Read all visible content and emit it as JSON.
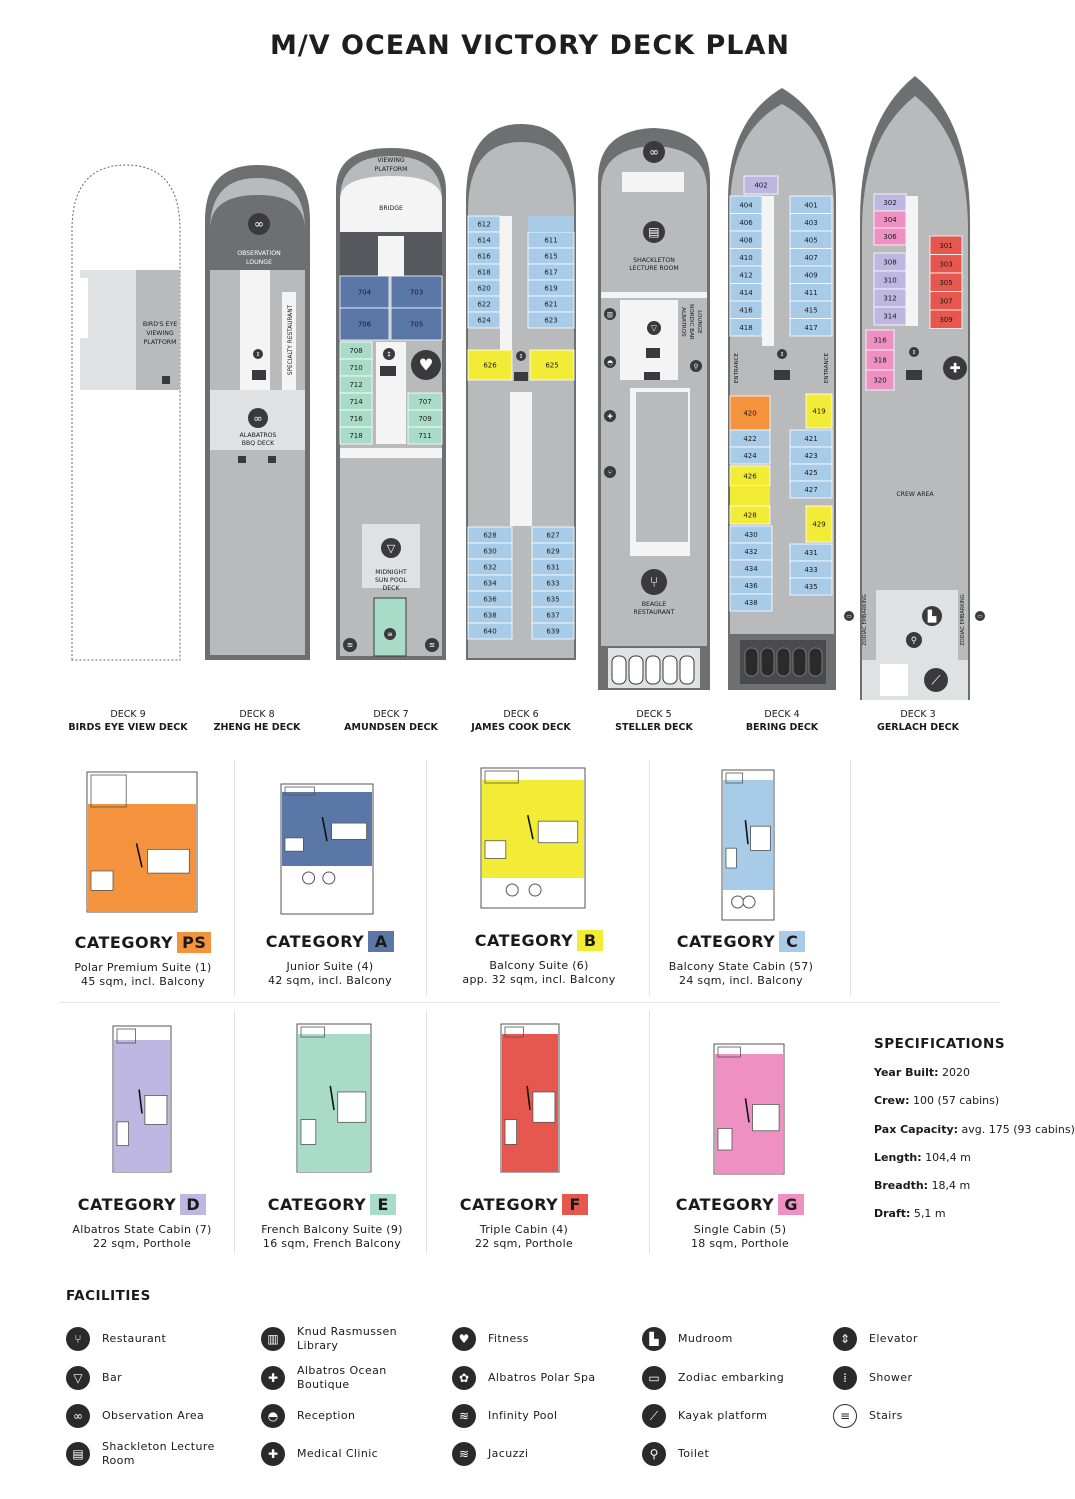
{
  "title": "M/V OCEAN VICTORY DECK PLAN",
  "colors": {
    "ps": "#f5923e",
    "a": "#5b77a8",
    "b": "#f2ec36",
    "c": "#a8cbe8",
    "d": "#bdb7e1",
    "e": "#a9dcc8",
    "f": "#e6584f",
    "g": "#ee91c2",
    "hull": "#6e6f71",
    "deck": "#b9babc",
    "light": "#e0e1e2",
    "dark": "#3a3a3c"
  },
  "decks": [
    {
      "number": "DECK 9",
      "name": "BIRDS EYE VIEW DECK",
      "labels": [
        "BIRD'S EYE",
        "VIEWING",
        "PLATFORM"
      ]
    },
    {
      "number": "DECK 8",
      "name": "ZHENG HE DECK",
      "labels": [
        "OBSERVATION",
        "LOUNGE",
        "SPECIALTY RESTAURANT",
        "ALABATROS",
        "BBQ DECK"
      ]
    },
    {
      "number": "DECK 7",
      "name": "AMUNDSEN DECK",
      "labels": [
        "VIEWING",
        "PLATFORM",
        "BRIDGE",
        "MIDNIGHT",
        "SUN POOL",
        "DECK"
      ],
      "cabins_a": [
        "704",
        "703",
        "706",
        "705"
      ],
      "cabins_e_left": [
        "708",
        "710",
        "712",
        "714",
        "716",
        "718"
      ],
      "cabins_e_right": [
        "707",
        "709",
        "711"
      ]
    },
    {
      "number": "DECK 6",
      "name": "JAMES COOK DECK",
      "cabins_top_left": [
        "612",
        "614",
        "616",
        "618",
        "620",
        "622",
        "624"
      ],
      "cabins_top_right": [
        "611",
        "615",
        "617",
        "619",
        "621",
        "623"
      ],
      "cabins_b": [
        "626",
        "625"
      ],
      "cabins_bot_left": [
        "628",
        "630",
        "632",
        "634",
        "636",
        "638",
        "640"
      ],
      "cabins_bot_right": [
        "627",
        "629",
        "631",
        "633",
        "635",
        "637",
        "639"
      ]
    },
    {
      "number": "DECK 5",
      "name": "STELLER DECK",
      "labels": [
        "SHACKLETON",
        "LECTURE ROOM",
        "ALBATROS",
        "NORDIC BAR",
        "LOUNGE",
        "BEAGLE",
        "RESTAURANT"
      ]
    },
    {
      "number": "DECK 4",
      "name": "BERING DECK",
      "labels": [
        "ENTRANCE",
        "ENTRANCE"
      ],
      "cabin_d": "402",
      "cabins_top_left": [
        "404",
        "406",
        "408",
        "410",
        "412",
        "414",
        "416",
        "418"
      ],
      "cabins_top_right": [
        "401",
        "403",
        "405",
        "407",
        "409",
        "411",
        "415",
        "417"
      ],
      "cabin_ps": "420",
      "cabins_mid_left": [
        "422",
        "424"
      ],
      "cabins_mid_right": [
        "421",
        "423",
        "425",
        "427"
      ],
      "cabins_b_left": [
        "426",
        "428"
      ],
      "cabins_b_right": [
        "419",
        "429"
      ],
      "cabins_bot_left": [
        "430",
        "432",
        "434",
        "436",
        "438"
      ],
      "cabins_bot_right": [
        "431",
        "433",
        "435"
      ]
    },
    {
      "number": "DECK 3",
      "name": "GERLACH DECK",
      "labels": [
        "CREW AREA",
        "ZODIAC EMBARKING",
        "ZODIAC EMBARKING"
      ],
      "cabins_d": [
        "302",
        "308",
        "310",
        "312",
        "314"
      ],
      "cabins_g": [
        "304",
        "306",
        "316",
        "318",
        "320"
      ],
      "cabins_f": [
        "301",
        "303",
        "305",
        "307",
        "309"
      ]
    }
  ],
  "categories": [
    {
      "word": "CATEGORY",
      "code": "PS",
      "color": "#f5923e",
      "name": "Polar Premium Suite (1)",
      "size": "45 sqm, incl. Balcony"
    },
    {
      "word": "CATEGORY",
      "code": "A",
      "color": "#5b77a8",
      "name": "Junior Suite (4)",
      "size": "42 sqm, incl. Balcony"
    },
    {
      "word": "CATEGORY",
      "code": "B",
      "color": "#f2ec36",
      "name": "Balcony Suite (6)",
      "size": "app. 32 sqm, incl. Balcony"
    },
    {
      "word": "CATEGORY",
      "code": "C",
      "color": "#a8cbe8",
      "name": "Balcony State Cabin (57)",
      "size": "24 sqm, incl. Balcony"
    },
    {
      "word": "CATEGORY",
      "code": "D",
      "color": "#bdb7e1",
      "name": "Albatros State Cabin (7)",
      "size": "22 sqm, Porthole"
    },
    {
      "word": "CATEGORY",
      "code": "E",
      "color": "#a9dcc8",
      "name": "French Balcony Suite (9)",
      "size": "16 sqm, French Balcony"
    },
    {
      "word": "CATEGORY",
      "code": "F",
      "color": "#e6584f",
      "name": "Triple Cabin (4)",
      "size": "22 sqm, Porthole"
    },
    {
      "word": "CATEGORY",
      "code": "G",
      "color": "#ee91c2",
      "name": "Single Cabin (5)",
      "size": "18 sqm, Porthole"
    }
  ],
  "specifications": {
    "title": "SPECIFICATIONS",
    "rows": [
      {
        "label": "Year Built:",
        "value": "2020"
      },
      {
        "label": "Crew:",
        "value": "100 (57 cabins)"
      },
      {
        "label": "Pax Capacity:",
        "value": "avg. 175 (93 cabins)"
      },
      {
        "label": "Length:",
        "value": "104,4 m"
      },
      {
        "label": "Breadth:",
        "value": "18,4 m"
      },
      {
        "label": "Draft:",
        "value": "5,1 m"
      }
    ]
  },
  "facilities": {
    "title": "FACILITIES",
    "items": [
      {
        "label": "Restaurant",
        "icon": "restaurant-icon",
        "glyph": "⑂"
      },
      {
        "label": "Bar",
        "icon": "bar-icon",
        "glyph": "▽"
      },
      {
        "label": "Observation Area",
        "icon": "binoculars-icon",
        "glyph": "∞"
      },
      {
        "label": "Shackleton Lecture Room",
        "icon": "lecture-icon",
        "glyph": "▤"
      },
      {
        "label": "Knud Rasmussen Library",
        "icon": "library-icon",
        "glyph": "▥"
      },
      {
        "label": "Albatros Ocean Boutique",
        "icon": "boutique-icon",
        "glyph": "✚"
      },
      {
        "label": "Reception",
        "icon": "reception-icon",
        "glyph": "◓"
      },
      {
        "label": "Medical Clinic",
        "icon": "medical-icon",
        "glyph": "✚"
      },
      {
        "label": "Fitness",
        "icon": "heart-icon",
        "glyph": "♥"
      },
      {
        "label": "Albatros Polar Spa",
        "icon": "spa-icon",
        "glyph": "✿"
      },
      {
        "label": "Infinity Pool",
        "icon": "pool-icon",
        "glyph": "≋"
      },
      {
        "label": "Jacuzzi",
        "icon": "jacuzzi-icon",
        "glyph": "≋"
      },
      {
        "label": "Mudroom",
        "icon": "boots-icon",
        "glyph": "▙"
      },
      {
        "label": "Zodiac embarking",
        "icon": "zodiac-icon",
        "glyph": "▭"
      },
      {
        "label": "Kayak platform",
        "icon": "kayak-icon",
        "glyph": "⟋"
      },
      {
        "label": "Toilet",
        "icon": "toilet-icon",
        "glyph": "⚲"
      },
      {
        "label": "Elevator",
        "icon": "elevator-icon",
        "glyph": "⇕"
      },
      {
        "label": "Shower",
        "icon": "shower-icon",
        "glyph": "⁞"
      },
      {
        "label": "Stairs",
        "icon": "stairs-icon",
        "glyph": "≡"
      }
    ]
  }
}
